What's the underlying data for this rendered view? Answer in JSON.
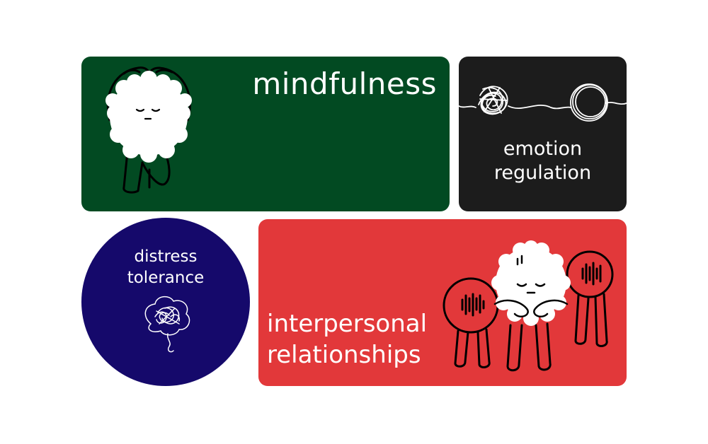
{
  "colors": {
    "mindfulness_bg": "#024a22",
    "emotion_bg": "#1c1c1c",
    "distress_bg": "#15096b",
    "interpersonal_bg": "#e2383a",
    "text": "#ffffff"
  },
  "cards": {
    "mindfulness": {
      "label": "mindfulness",
      "illustration": "meditating-fluffy-creature"
    },
    "emotion_regulation": {
      "line1": "emotion",
      "line2": "regulation",
      "illustration": "tangled-string-to-circle"
    },
    "distress_tolerance": {
      "line1": "distress",
      "line2": "tolerance",
      "illustration": "scribble-brain"
    },
    "interpersonal_relationships": {
      "line1": "interpersonal",
      "line2": "relationships",
      "illustration": "hugging-creatures"
    }
  }
}
